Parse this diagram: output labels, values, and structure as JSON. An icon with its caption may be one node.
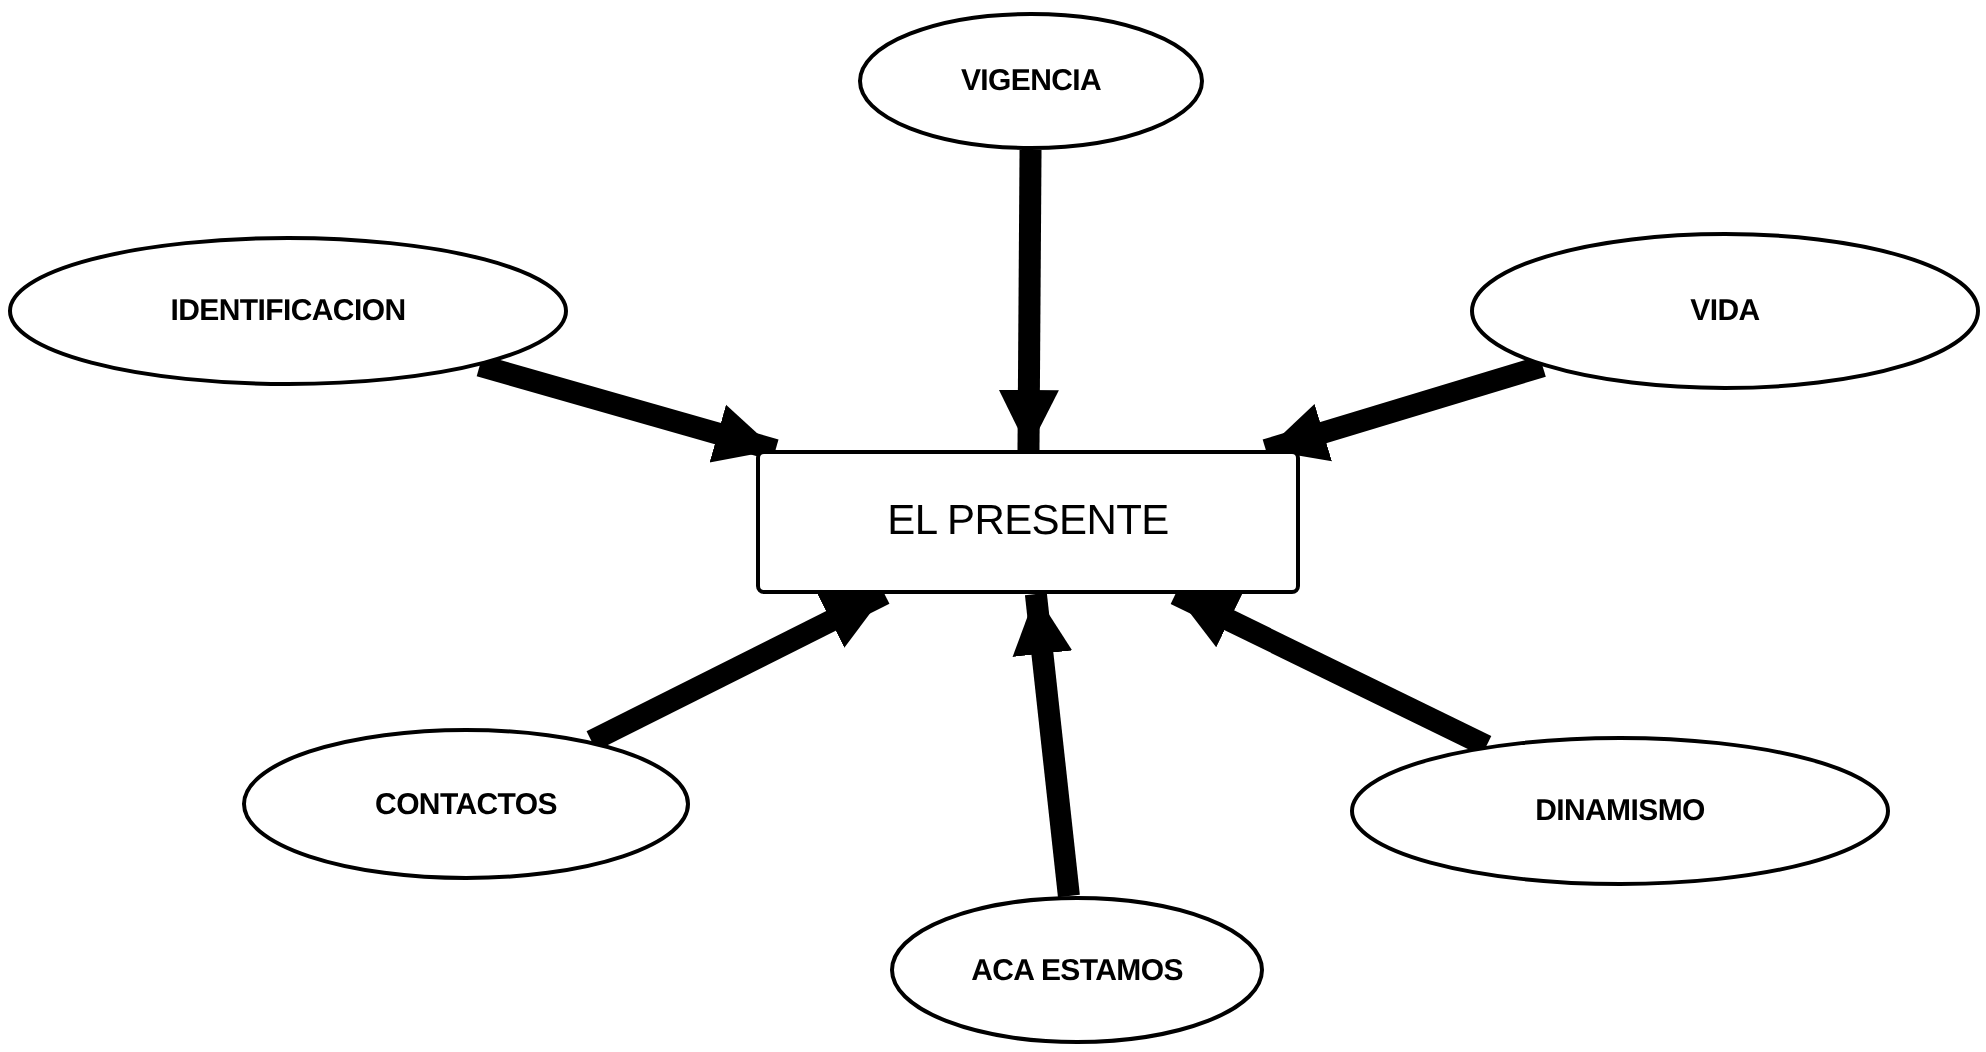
{
  "diagram": {
    "nodes": [
      {
        "text": [
          "VIGENCIA"
        ]
      },
      {
        "text": [
          "IDENTIFICACION"
        ]
      },
      {
        "text": [
          "VIDA"
        ]
      },
      {
        "text": [
          "EL PRESENTE"
        ]
      },
      {
        "text": [
          "CONTACTOS"
        ]
      },
      {
        "text": [
          "DINAMISMO"
        ]
      },
      {
        "text": [
          "ACA ESTAMOS"
        ]
      }
    ],
    "edges": [
      {
        "from": 0,
        "to": 3,
        "arrow": "to"
      },
      {
        "from": 1,
        "to": 3,
        "arrow": "to"
      },
      {
        "from": 2,
        "to": 3,
        "arrow": "to"
      },
      {
        "from": 4,
        "to": 3,
        "arrow": "to"
      },
      {
        "from": 5,
        "to": 3,
        "arrow": "to"
      },
      {
        "from": 6,
        "to": 3,
        "arrow": "to"
      }
    ]
  }
}
